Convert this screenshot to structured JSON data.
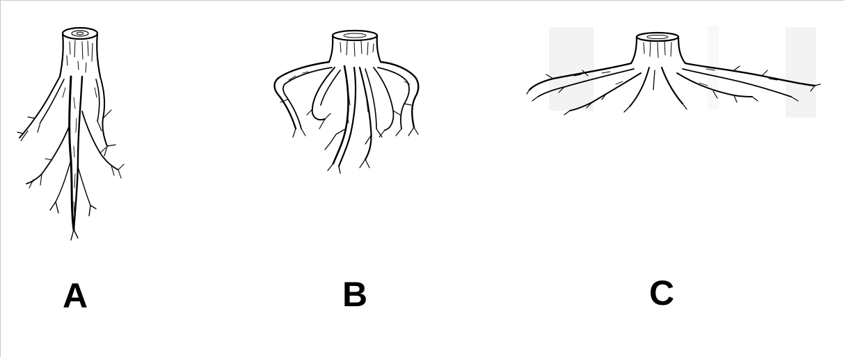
{
  "diagram": {
    "panels": [
      {
        "id": "A",
        "label": "A",
        "root_system": "taproot-stump-icon"
      },
      {
        "id": "B",
        "label": "B",
        "root_system": "heart-root-stump-icon"
      },
      {
        "id": "C",
        "label": "C",
        "root_system": "lateral-flat-root-stump-icon"
      }
    ],
    "colors": {
      "ink": "#000000",
      "background": "#ffffff",
      "border": "#c8c8c8"
    }
  }
}
